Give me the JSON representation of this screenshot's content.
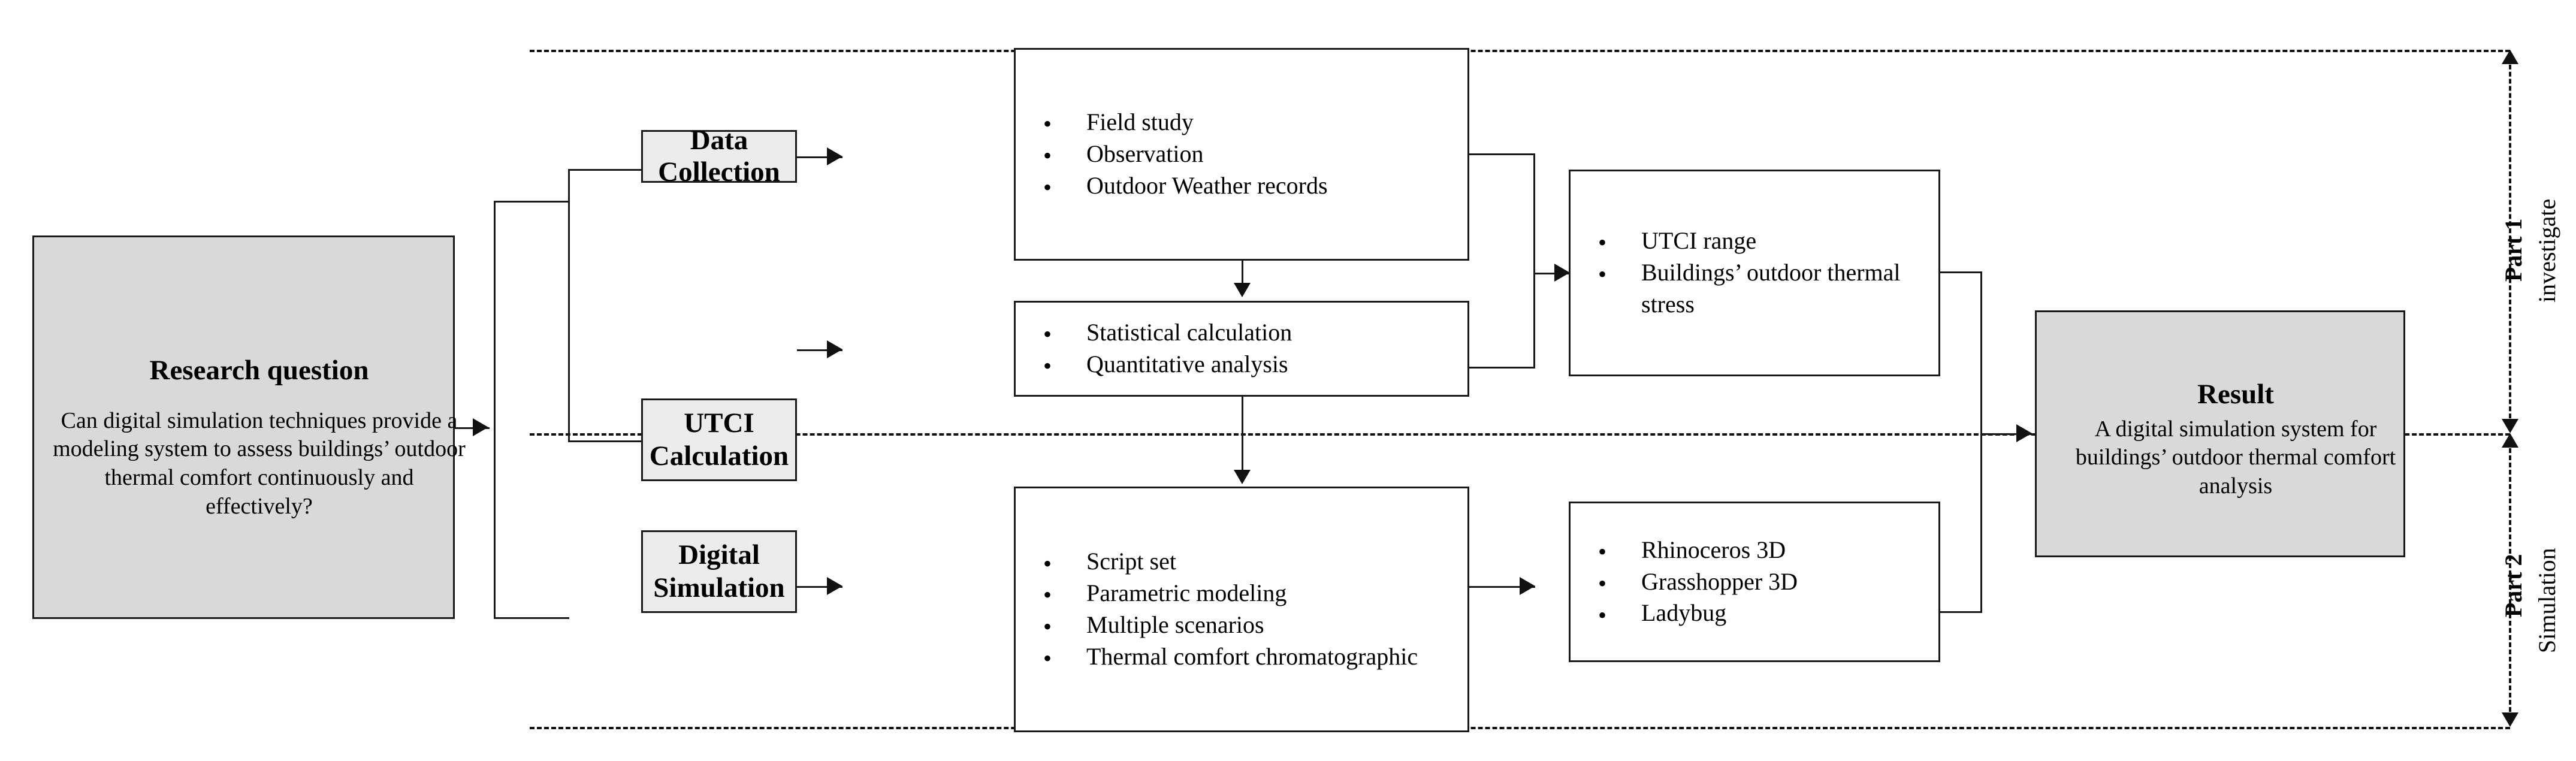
{
  "diagram": {
    "title": "Research framework flowchart",
    "colors": {
      "shaded_fill": "#d9d9d9",
      "light_fill": "#ececec",
      "stroke": "#1a1a1a",
      "background": "#ffffff"
    },
    "research_question": {
      "heading": "Research question",
      "body": "Can digital simulation techniques provide a modeling system to assess buildings’ outdoor thermal comfort continuously and effectively?"
    },
    "stages": [
      {
        "id": "data-collection",
        "label": "Data Collection"
      },
      {
        "id": "utci-calculation",
        "label_line1": "UTCI",
        "label_line2": "Calculation"
      },
      {
        "id": "digital-simulation",
        "label_line1": "Digital",
        "label_line2": "Simulation"
      }
    ],
    "method_boxes": [
      {
        "id": "data-collection-methods",
        "items": [
          "Field study",
          "Observation",
          "Outdoor Weather records"
        ]
      },
      {
        "id": "utci-calculation-methods",
        "items": [
          "Statistical calculation",
          "Quantitative analysis"
        ]
      },
      {
        "id": "digital-simulation-methods",
        "items": [
          "Script set",
          "Parametric modeling",
          "Multiple scenarios",
          "Thermal comfort chromatographic"
        ]
      }
    ],
    "outcome_boxes": [
      {
        "id": "investigation-outcomes",
        "items": [
          "UTCI range",
          "Buildings’ outdoor thermal stress"
        ]
      },
      {
        "id": "simulation-tools",
        "items": [
          "Rhinoceros 3D",
          "Grasshopper 3D",
          "Ladybug"
        ]
      }
    ],
    "result": {
      "heading": "Result",
      "body": "A digital simulation system for buildings’ outdoor thermal comfort analysis"
    },
    "parts": [
      {
        "id": "part-1",
        "label": "Part 1",
        "sublabel": "investigate"
      },
      {
        "id": "part-2",
        "label": "Part 2",
        "sublabel": "Simulation"
      }
    ],
    "bullet_glyph": "•"
  }
}
